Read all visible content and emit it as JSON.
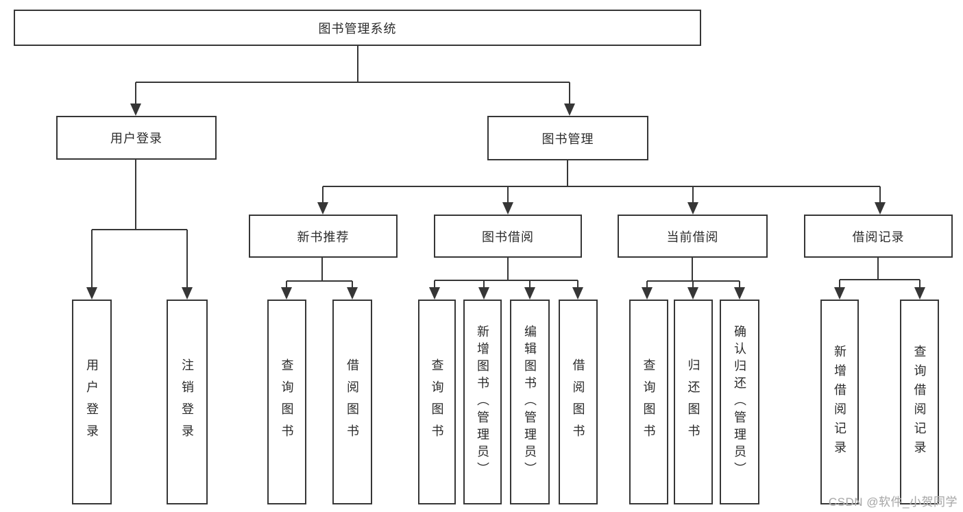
{
  "diagram": {
    "title": "图书管理系统",
    "type": "function-structure-tree",
    "colors": {
      "line": "#363636",
      "text": "#2b2b2b",
      "box_background": "#ffffff",
      "watermark": "#a9a9a9"
    },
    "watermark": "CSDN @软件_小贺同学",
    "nodes": {
      "root": "图书管理系统",
      "user_login": "用户登录",
      "book_mgmt": "图书管理",
      "new_book_rec": "新书推荐",
      "book_borrow": "图书借阅",
      "current_borrow": "当前借阅",
      "borrow_records": "借阅记录",
      "leaf_user_login": "用户登录",
      "leaf_logout": "注销登录",
      "leaf_search_book_1": "查询图书",
      "leaf_borrow_book_1": "借阅图书",
      "leaf_search_book_2": "查询图书",
      "leaf_add_book_admin": "新增图书（管理员）",
      "leaf_edit_book_admin": "编辑图书（管理员）",
      "leaf_borrow_book_2": "借阅图书",
      "leaf_search_book_3": "查询图书",
      "leaf_return_book": "归还图书",
      "leaf_confirm_return_admin": "确认归还（管理员）",
      "leaf_add_borrow_record": "新增借阅记录",
      "leaf_search_borrow_record": "查询借阅记录"
    },
    "tree": {
      "label": "图书管理系统",
      "children": [
        {
          "label": "用户登录",
          "children": [
            {
              "label": "用户登录"
            },
            {
              "label": "注销登录"
            }
          ]
        },
        {
          "label": "图书管理",
          "children": [
            {
              "label": "新书推荐",
              "children": [
                {
                  "label": "查询图书"
                },
                {
                  "label": "借阅图书"
                }
              ]
            },
            {
              "label": "图书借阅",
              "children": [
                {
                  "label": "查询图书"
                },
                {
                  "label": "新增图书（管理员）"
                },
                {
                  "label": "编辑图书（管理员）"
                },
                {
                  "label": "借阅图书"
                }
              ]
            },
            {
              "label": "当前借阅",
              "children": [
                {
                  "label": "查询图书"
                },
                {
                  "label": "归还图书"
                },
                {
                  "label": "确认归还（管理员）"
                }
              ]
            },
            {
              "label": "借阅记录",
              "children": [
                {
                  "label": "新增借阅记录"
                },
                {
                  "label": "查询借阅记录"
                }
              ]
            }
          ]
        }
      ]
    }
  }
}
